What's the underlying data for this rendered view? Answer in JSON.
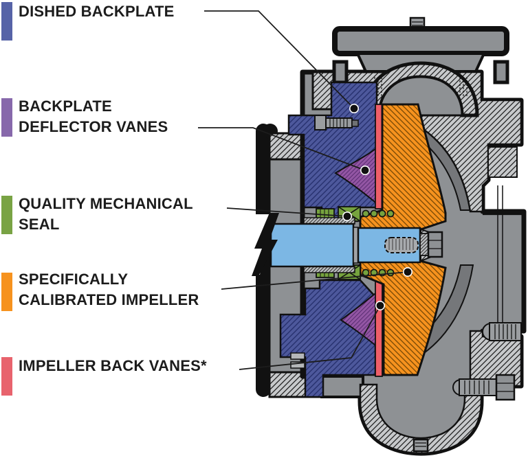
{
  "diagram_labels": [
    {
      "id": "dished-backplate",
      "lines": [
        "DISHED BACKPLATE"
      ],
      "swatch_color": "#5663a7"
    },
    {
      "id": "backplate-deflector-vanes",
      "lines": [
        "BACKPLATE",
        "DEFLECTOR VANES"
      ],
      "swatch_color": "#8768ab"
    },
    {
      "id": "quality-mechanical-seal",
      "lines": [
        "QUALITY MECHANICAL",
        "SEAL"
      ],
      "swatch_color": "#79a344"
    },
    {
      "id": "specifically-calibrated-impeller",
      "lines": [
        "SPECIFICALLY",
        "CALIBRATED IMPELLER"
      ],
      "swatch_color": "#f6921e"
    },
    {
      "id": "impeller-back-vanes",
      "lines": [
        "IMPELLER BACK VANES*"
      ],
      "swatch_color": "#e8636d"
    }
  ],
  "palette": {
    "backplate": "#4d589c",
    "deflector_vanes": "#9356a4",
    "mechanical_seal": "#76a33e",
    "impeller": "#f6921e",
    "back_vanes": "#ee5e68",
    "shaft": "#7cb7e4",
    "casing": "#8e9194",
    "hatch_bg": "#c7c9cb",
    "outline": "#111111"
  }
}
